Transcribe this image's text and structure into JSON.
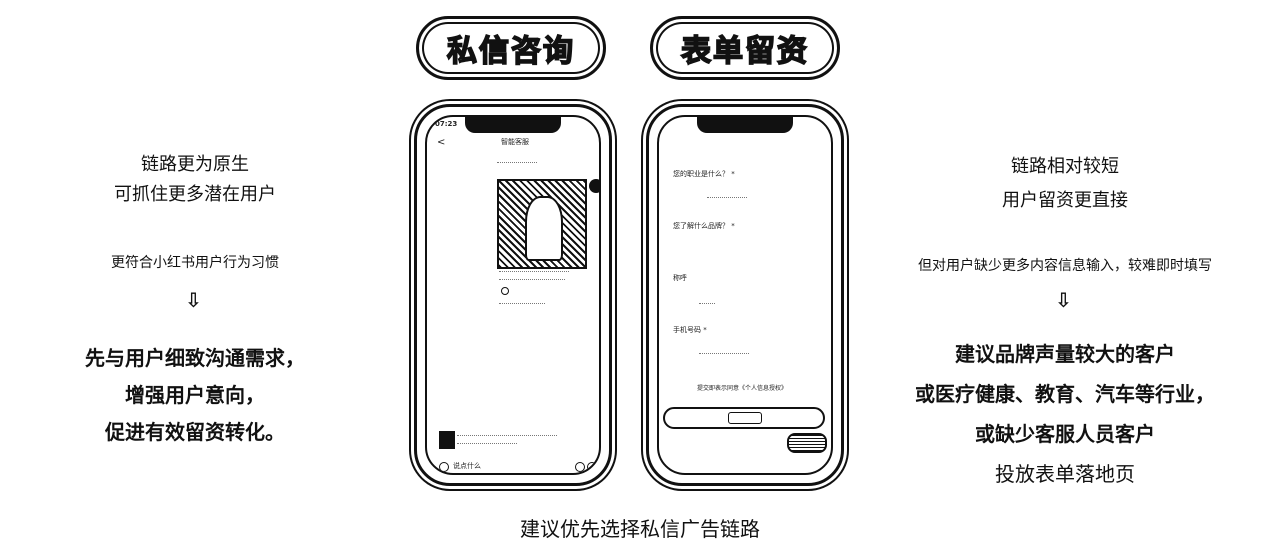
{
  "left_pill": {
    "label": "私信咨询"
  },
  "right_pill": {
    "label": "表单留资"
  },
  "left_column": {
    "line1": "链路更为原生",
    "line2": "可抓住更多潜在用户",
    "note": "更符合小红书用户行为习惯",
    "arrow": "⇩",
    "result1": "先与用户细致沟通需求，",
    "result2": "增强用户意向，",
    "result3": "促进有效留资转化。"
  },
  "right_column": {
    "line1": "链路相对较短",
    "line2": "用户留资更直接",
    "note": "但对用户缺少更多内容信息输入，较难即时填写",
    "arrow": "⇩",
    "result1": "建议品牌声量较大的客户",
    "result2": "或医疗健康、教育、汽车等行业，",
    "result3": "或缺少客服人员客户",
    "result4": "投放表单落地页"
  },
  "footer": {
    "caption": "建议优先选择私信广告链路"
  },
  "left_phone": {
    "time": "07:23",
    "title": "智能客服",
    "back": "<",
    "footer_placeholder": "说点什么"
  },
  "right_phone": {
    "q1": "您的职业是什么？ *",
    "q2": "您了解什么品牌？ *",
    "q3": "称呼",
    "q4": "手机号码 *",
    "agreement": "提交即表示同意《个人信息授权》"
  },
  "colors": {
    "ink": "#111111",
    "background": "#ffffff"
  },
  "icons": [
    "back-arrow-icon",
    "avatar-icon",
    "emoji-icon",
    "plus-icon",
    "down-arrow-icon"
  ]
}
